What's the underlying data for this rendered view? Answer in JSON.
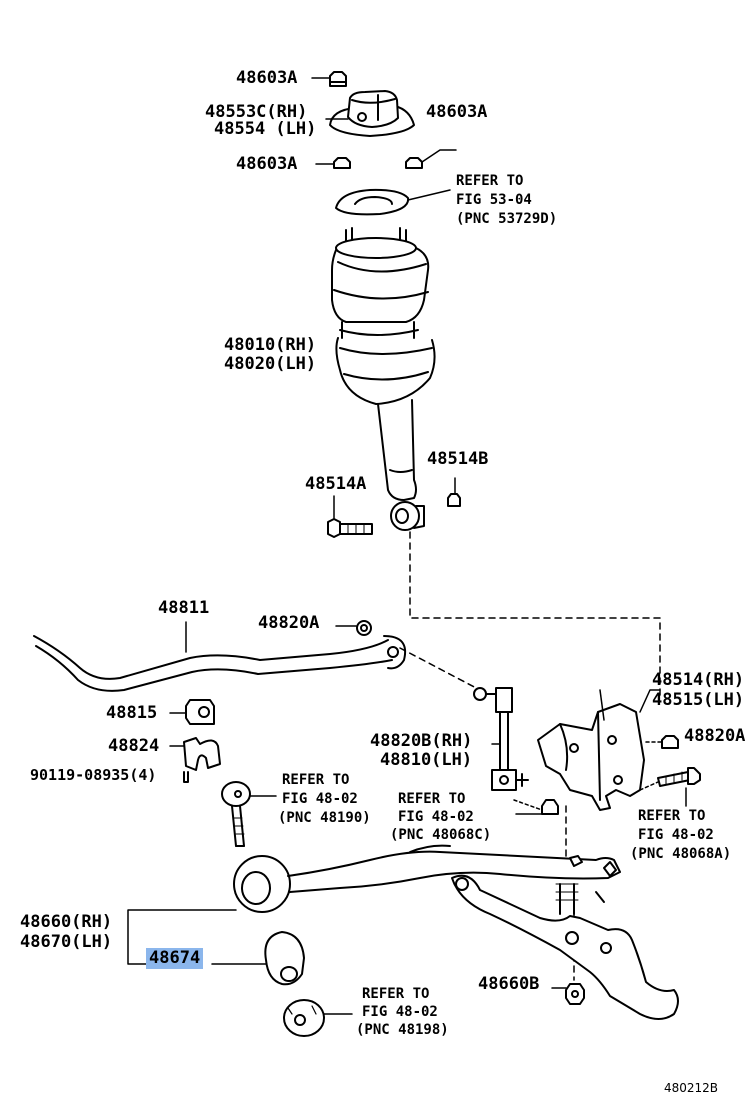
{
  "labels": {
    "p48603a_top": "48603A",
    "p48553c": "48553C(RH)",
    "p48554": "48554 (LH)",
    "p48603a_right": "48603A",
    "p48603a_mid": "48603A",
    "refer_53_04_line1": "REFER TO",
    "refer_53_04_line2": "FIG 53-04",
    "refer_53_04_line3": "(PNC 53729D)",
    "p48010": "48010(RH)",
    "p48020": "48020(LH)",
    "p48514b": "48514B",
    "p48514a": "48514A",
    "p48811": "48811",
    "p48820a_top": "48820A",
    "p48514rh": "48514(RH)",
    "p48515lh": "48515(LH)",
    "p48815": "48815",
    "p48820b": "48820B(RH)",
    "p48810": "48810(LH)",
    "p48820a_right": "48820A",
    "p48824": "48824",
    "p90119": "90119-08935(4)",
    "refer_48190_line1": "REFER TO",
    "refer_48190_line2": "FIG 48-02",
    "refer_48190_line3": "(PNC 48190)",
    "refer_48068c_line1": "REFER TO",
    "refer_48068c_line2": "FIG 48-02",
    "refer_48068c_line3": "(PNC 48068C)",
    "refer_48068a_line1": "REFER TO",
    "refer_48068a_line2": "FIG 48-02",
    "refer_48068a_line3": "(PNC 48068A)",
    "p48660": "48660(RH)",
    "p48670": "48670(LH)",
    "p48674": "48674",
    "p48660b": "48660B",
    "refer_48198_line1": "REFER TO",
    "refer_48198_line2": "FIG 48-02",
    "refer_48198_line3": "(PNC 48198)",
    "figure_code": "480212B"
  },
  "colors": {
    "highlight": "#8bb6ec",
    "ink": "#000000"
  }
}
